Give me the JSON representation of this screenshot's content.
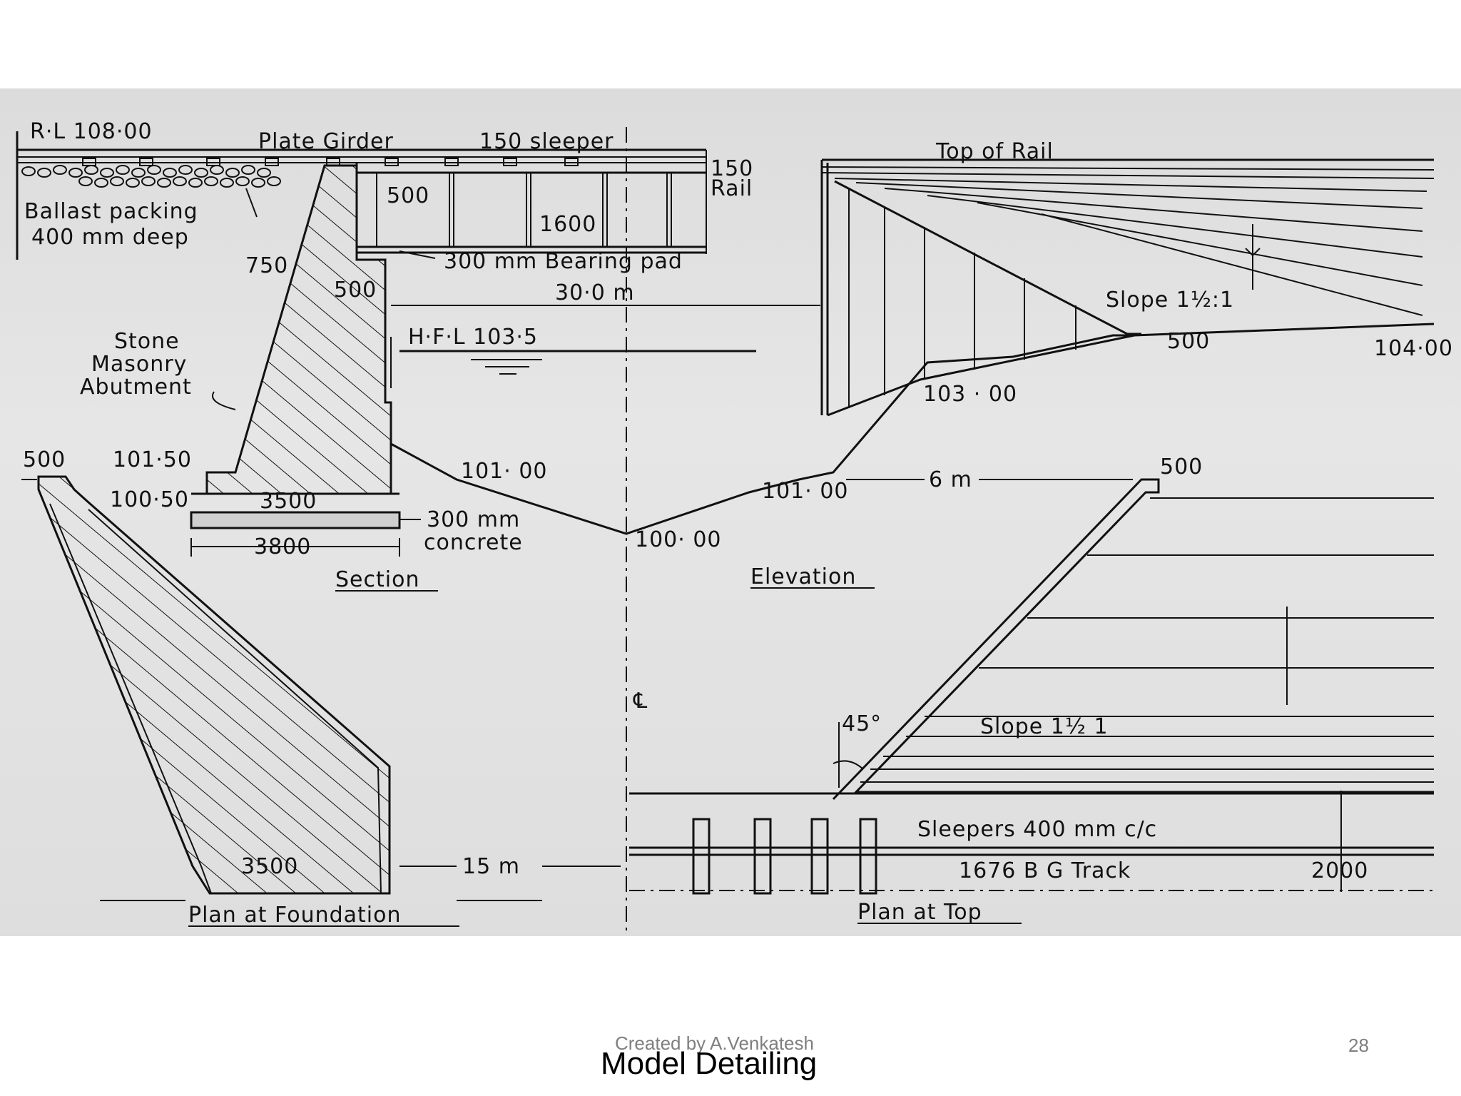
{
  "slide": {
    "title": "Model Detailing",
    "credit": "Created by A.Venkatesh",
    "page_number": "28"
  },
  "drawing": {
    "section": {
      "rl": "R·L  108·00",
      "plate_girder": "Plate Girder",
      "sleeper": "150   sleeper",
      "rail_150": "150",
      "rail": "Rail",
      "dim_500_top": "500",
      "dim_1600": "1600",
      "ballast_1": "Ballast  packing",
      "ballast_2": "400 mm  deep",
      "dim_750": "750",
      "bearing_pad": "300 mm  Bearing  pad",
      "dim_500_mid": "500",
      "span": "30·0 m",
      "hfl": "H·F·L    103·5",
      "abutment_1": "Stone",
      "abutment_2": "Masonry",
      "abutment_3": "Abutment",
      "rl_101_50": "101·50",
      "rl_100_50": "100·50",
      "dim_3500": "3500",
      "dim_3800": "3800",
      "concrete_1": "300 mm",
      "concrete_2": "concrete",
      "title": "Section"
    },
    "center": {
      "rl_101_00_left": "101· 00",
      "rl_100_00": "100· 00",
      "centerline": "℄"
    },
    "elevation": {
      "top_of_rail": "Top  of   Rail",
      "slope": "Slope  1½:1",
      "dim_500": "500",
      "rl_104_00": "104·00",
      "rl_103_00": "103 · 00",
      "rl_101_00": "101· 00",
      "dim_6m": "6 m",
      "title": "Elevation"
    },
    "plan_foundation": {
      "dim_500": "500",
      "dim_3500": "3500",
      "dim_15m": "15 m",
      "title": "Plan  at  Foundation"
    },
    "plan_top": {
      "dim_500": "500",
      "angle": "45°",
      "slope": "Slope    1½    1",
      "sleepers": "Sleepers   400 mm  c/c",
      "track": "1676   B G  Track",
      "dim_2000": "2000",
      "title": "Plan  at  Top"
    }
  }
}
